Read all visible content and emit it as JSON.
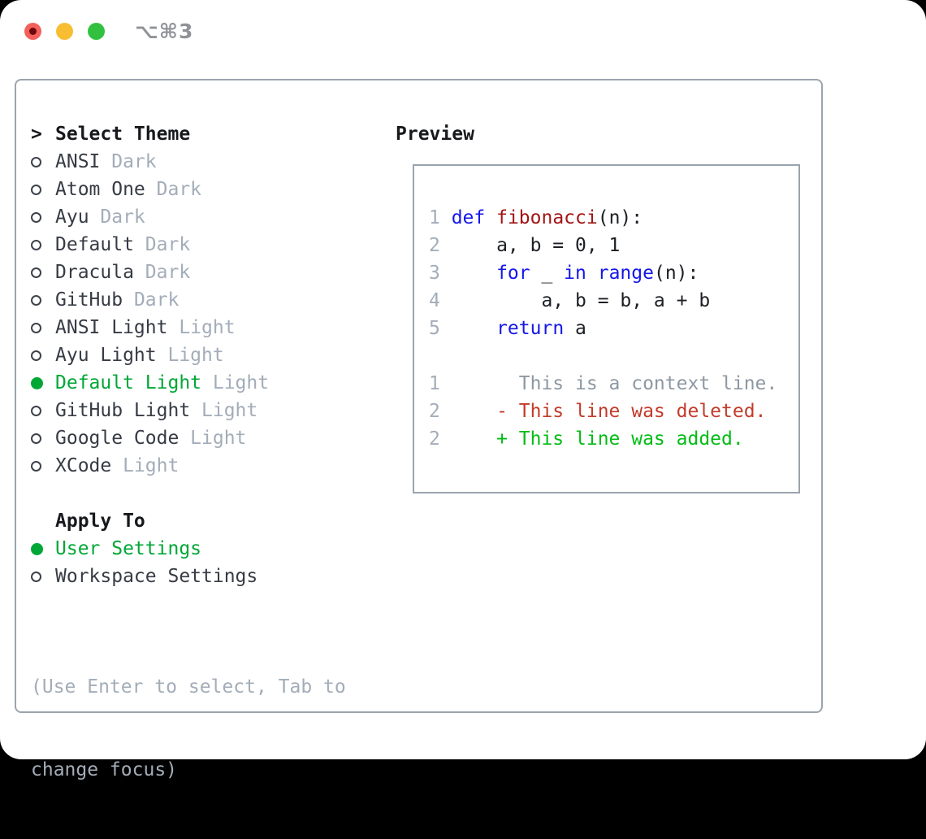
{
  "window": {
    "title": "⌥⌘3",
    "traffic_lights": [
      {
        "name": "close",
        "color": "#f4605b",
        "edited_dot": true
      },
      {
        "name": "minimize",
        "color": "#f8bd31",
        "edited_dot": false
      },
      {
        "name": "zoom",
        "color": "#32c13e",
        "edited_dot": false
      }
    ]
  },
  "theme_panel": {
    "header_prefix": ">",
    "header_label": "Select Theme",
    "themes": [
      {
        "name": "ANSI",
        "variant": "Dark",
        "selected": false
      },
      {
        "name": "Atom One",
        "variant": "Dark",
        "selected": false
      },
      {
        "name": "Ayu",
        "variant": "Dark",
        "selected": false
      },
      {
        "name": "Default",
        "variant": "Dark",
        "selected": false
      },
      {
        "name": "Dracula",
        "variant": "Dark",
        "selected": false
      },
      {
        "name": "GitHub",
        "variant": "Dark",
        "selected": false
      },
      {
        "name": "ANSI Light",
        "variant": "Light",
        "selected": false
      },
      {
        "name": "Ayu Light",
        "variant": "Light",
        "selected": false
      },
      {
        "name": "Default Light",
        "variant": "Light",
        "selected": true
      },
      {
        "name": "GitHub Light",
        "variant": "Light",
        "selected": false
      },
      {
        "name": "Google Code",
        "variant": "Light",
        "selected": false
      },
      {
        "name": "XCode",
        "variant": "Light",
        "selected": false
      }
    ],
    "apply_to": {
      "label": "Apply To",
      "options": [
        {
          "name": "User Settings",
          "selected": true
        },
        {
          "name": "Workspace Settings",
          "selected": false
        }
      ]
    },
    "help_lines": [
      "(Use Enter to select, Tab to",
      "change focus)"
    ]
  },
  "preview": {
    "label": "Preview",
    "lines": [
      {
        "num": "1",
        "tokens": [
          [
            "def",
            "kw"
          ],
          [
            " ",
            ""
          ],
          [
            "fibonacci",
            "fn"
          ],
          [
            "(n):",
            ""
          ]
        ]
      },
      {
        "num": "2",
        "tokens": [
          [
            "    a, b = 0, 1",
            ""
          ]
        ]
      },
      {
        "num": "3",
        "tokens": [
          [
            "    ",
            ""
          ],
          [
            "for",
            "kw"
          ],
          [
            " _ ",
            ""
          ],
          [
            "in",
            "kw"
          ],
          [
            " ",
            ""
          ],
          [
            "range",
            "kw"
          ],
          [
            "(n):",
            ""
          ]
        ]
      },
      {
        "num": "4",
        "tokens": [
          [
            "        a, b = b, a + b",
            ""
          ]
        ]
      },
      {
        "num": "5",
        "tokens": [
          [
            "    ",
            ""
          ],
          [
            "return",
            "kw"
          ],
          [
            " a",
            ""
          ]
        ]
      },
      {
        "num": "",
        "tokens": []
      },
      {
        "num": "1",
        "tokens": [
          [
            "      This is a context line.",
            "ctx"
          ]
        ]
      },
      {
        "num": "2",
        "tokens": [
          [
            "    - This line was deleted.",
            "del"
          ]
        ]
      },
      {
        "num": "2",
        "tokens": [
          [
            "    + This line was added.",
            "add"
          ]
        ]
      }
    ]
  },
  "colors": {
    "accent_green": "#00a736",
    "added_green": "#00bc14",
    "deleted_red": "#c23b2a",
    "keyword_blue": "#1417e8",
    "function_red": "#a31515",
    "muted": "#a3adb9",
    "context_gray": "#8e98a2",
    "text_dark": "#363b44",
    "heading": "#17191d",
    "code_plain": "#1c1f24",
    "border": "#9aa4af"
  }
}
